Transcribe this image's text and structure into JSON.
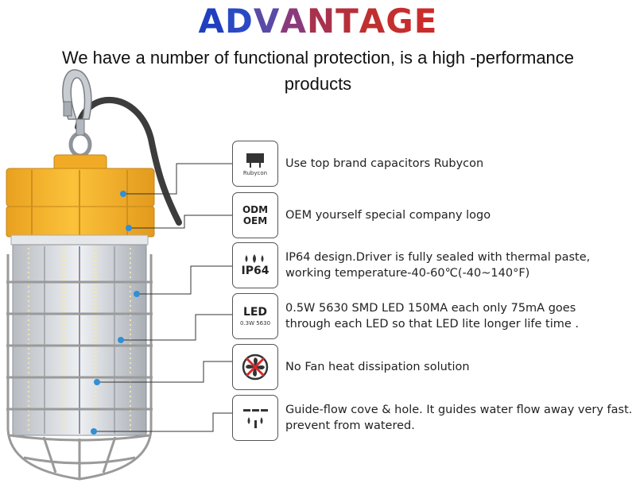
{
  "header": {
    "title_letters": [
      {
        "ch": "A",
        "color": "#1f3fbf"
      },
      {
        "ch": "D",
        "color": "#2a4ac4"
      },
      {
        "ch": "V",
        "color": "#5a4aa8"
      },
      {
        "ch": "A",
        "color": "#8a3a7a"
      },
      {
        "ch": "N",
        "color": "#a8324e"
      },
      {
        "ch": "T",
        "color": "#b5303a"
      },
      {
        "ch": "A",
        "color": "#c02f2f"
      },
      {
        "ch": "G",
        "color": "#c62d2d"
      },
      {
        "ch": "E",
        "color": "#cc2b2b"
      }
    ],
    "subtitle_line1": "We have a  number of functional protection, is a  high -performance",
    "subtitle_line2": "products"
  },
  "features": [
    {
      "icon": "capacitor-icon",
      "icon_label": "Rubycon",
      "text_lines": [
        "Use top brand capacitors Rubycon"
      ]
    },
    {
      "icon": "odm-oem-icon",
      "icon_label_top": "ODM",
      "icon_label_bottom": "OEM",
      "text_lines": [
        "OEM yourself special company logo"
      ]
    },
    {
      "icon": "waterproof-icon",
      "icon_label": "IP64",
      "text_lines": [
        "IP64 design.Driver is fully sealed with thermal paste,",
        "working temperature-40-60℃(-40~140°F)"
      ]
    },
    {
      "icon": "led-chip-icon",
      "icon_label": "LED",
      "icon_sublabel": "0.3W 5630",
      "text_lines": [
        "0.5W 5630 SMD LED 150MA each only  75mA goes",
        "through each LED so that LED lite longer life time ."
      ]
    },
    {
      "icon": "no-fan-icon",
      "text_lines": [
        "No Fan heat dissipation solution"
      ]
    },
    {
      "icon": "drain-holes-icon",
      "text_lines": [
        "Guide-flow cove & hole. It guides water flow away very fast.",
        "prevent from watered."
      ]
    }
  ],
  "colors": {
    "housing_yellow": "#f7b52a",
    "housing_shadow": "#d9901a",
    "callout_dot": "#2f8fd8",
    "cage_metal": "#9a9a9a",
    "leader_line": "#333333"
  }
}
